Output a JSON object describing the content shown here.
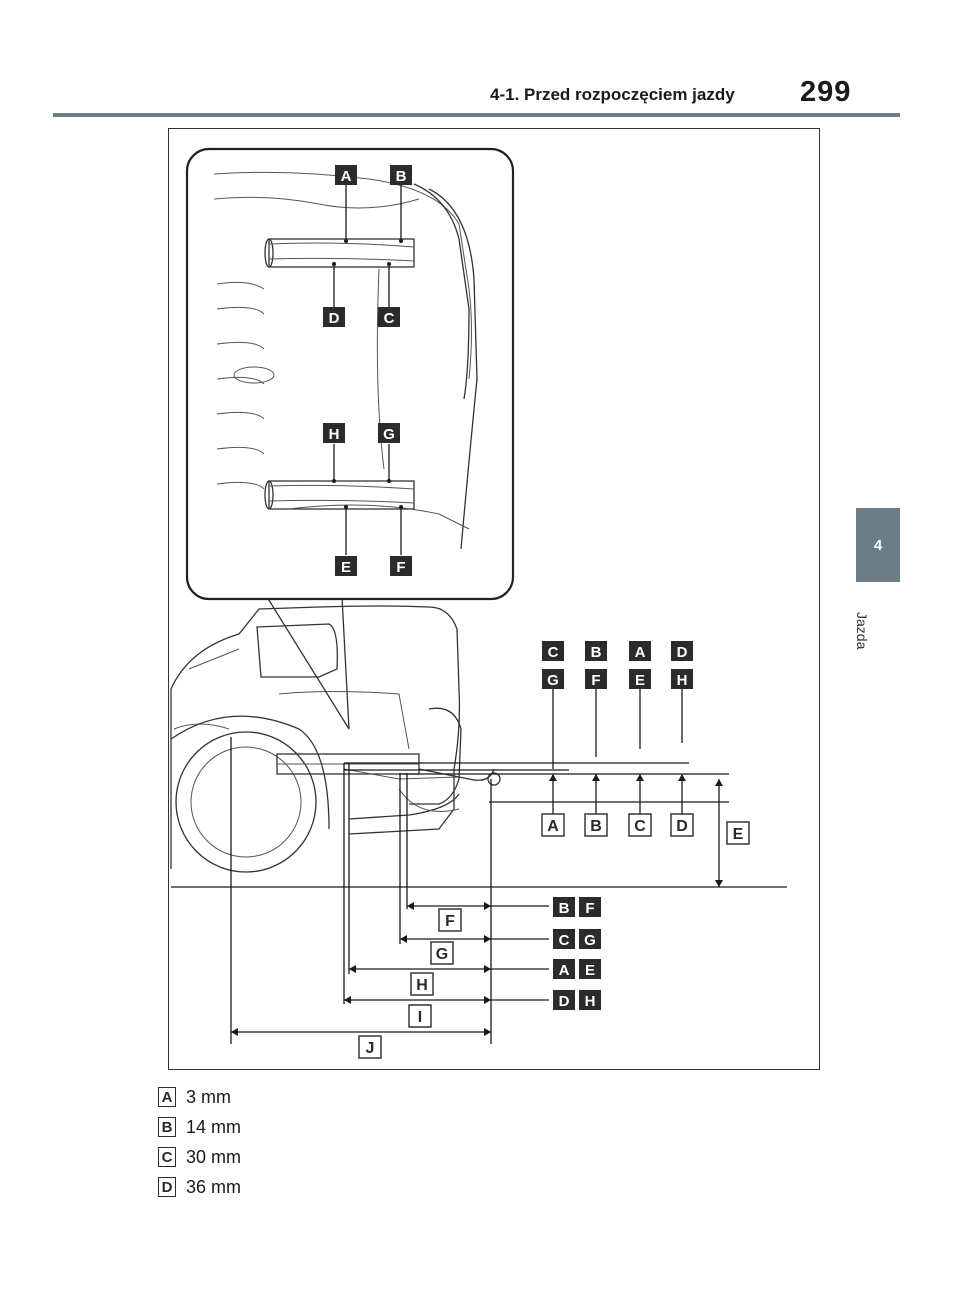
{
  "header": {
    "section_title": "4-1. Przed rozpoczęciem jazdy",
    "page_number": "299"
  },
  "side_tab": {
    "chapter_number": "4",
    "chapter_name": "Jazda"
  },
  "figure": {
    "inset_labels": [
      "A",
      "B",
      "D",
      "C",
      "H",
      "G",
      "E",
      "F"
    ],
    "top_pair_labels": [
      [
        "C",
        "G"
      ],
      [
        "B",
        "F"
      ],
      [
        "A",
        "E"
      ],
      [
        "D",
        "H"
      ]
    ],
    "vertical_dim_labels": [
      "A",
      "B",
      "C",
      "D",
      "E"
    ],
    "horizontal_dim_labels": [
      {
        "dim": "F",
        "pair": [
          "B",
          "F"
        ]
      },
      {
        "dim": "G",
        "pair": [
          "C",
          "G"
        ]
      },
      {
        "dim": "H",
        "pair": [
          "A",
          "E"
        ]
      },
      {
        "dim": "I",
        "pair": [
          "D",
          "H"
        ]
      },
      {
        "dim": "J"
      }
    ]
  },
  "legend": [
    {
      "key": "A",
      "value": "3 mm"
    },
    {
      "key": "B",
      "value": "14 mm"
    },
    {
      "key": "C",
      "value": "30 mm"
    },
    {
      "key": "D",
      "value": "36 mm"
    }
  ]
}
